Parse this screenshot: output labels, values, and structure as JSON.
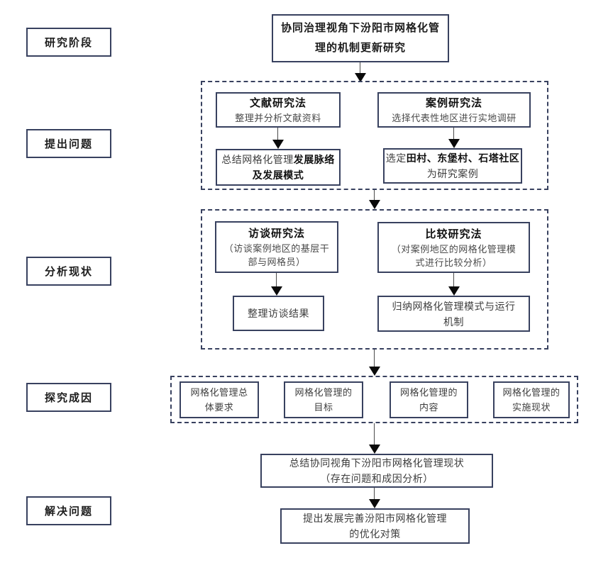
{
  "colors": {
    "box_border": "#38415f",
    "dashed_border": "#38415f",
    "heading_text": "#111111",
    "body_text": "#3d3d3d",
    "arrow_head": "#0a0a0a",
    "background": "#ffffff"
  },
  "stages": [
    {
      "label": "研究阶段"
    },
    {
      "label": "提出问题"
    },
    {
      "label": "分析现状"
    },
    {
      "label": "探究成因"
    },
    {
      "label": "解决问题"
    }
  ],
  "title_box": {
    "text": "协同治理视角下汾阳市网格化管\n理的机制更新研究"
  },
  "propose_problem": {
    "literature_method": {
      "title": "文献研究法",
      "subtitle": "整理并分析文献资料"
    },
    "case_method": {
      "title": "案例研究法",
      "subtitle": "选择代表性地区进行实地调研"
    },
    "literature_result": {
      "prefix": "总结网格化管理",
      "emphasis": "发展脉络及发展模式"
    },
    "case_result": {
      "prefix": "选定",
      "emphasis": "田村、东堡村、石塔社区",
      "suffix": "为研究案例"
    }
  },
  "analyze_status": {
    "interview_method": {
      "title": "访谈研究法",
      "subtitle": "（访谈案例地区的基层干\n部与网格员）"
    },
    "compare_method": {
      "title": "比较研究法",
      "subtitle": "（对案例地区的网格化管理模\n式进行比较分析）"
    },
    "interview_result": {
      "text": "整理访谈结果"
    },
    "compare_result": {
      "text": "归纳网格化管理模式与运行\n机制"
    }
  },
  "explore_causes": {
    "items": [
      {
        "text": "网格化管理总\n体要求"
      },
      {
        "text": "网格化管理的\n目标"
      },
      {
        "text": "网格化管理的\n内容"
      },
      {
        "text": "网格化管理的\n实施现状"
      }
    ]
  },
  "summary_box": {
    "text": "总结协同视角下汾阳市网格化管理现状\n（存在问题和成因分析）"
  },
  "solution_box": {
    "text": "提出发展完善汾阳市网格化管理\n的优化对策"
  }
}
